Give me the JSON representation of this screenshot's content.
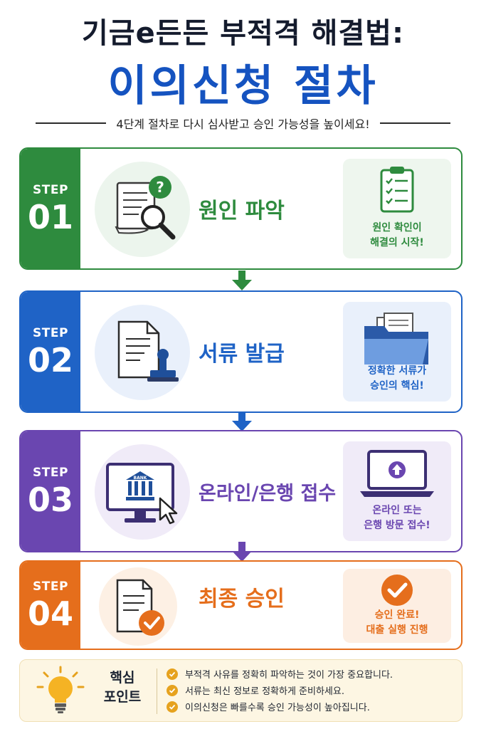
{
  "header": {
    "title_line1": "기금e든든 부적격 해결법:",
    "title_line2": "이의신청 절차",
    "subtitle": "4단계 절차로 다시 심사받고 승인 가능성을 높이세요!"
  },
  "steps": [
    {
      "badge_label": "STEP",
      "badge_number": "01",
      "title": "원인 파악",
      "note_line1": "원인 확인이",
      "note_line2": "해결의 시작!",
      "color": "#2e8b3e",
      "icon": "document-search-icon",
      "side_icon": "clipboard-checklist-icon"
    },
    {
      "badge_label": "STEP",
      "badge_number": "02",
      "title": "서류 발급",
      "note_line1": "정확한 서류가",
      "note_line2": "승인의 핵심!",
      "color": "#1f63c6",
      "icon": "document-stamp-icon",
      "side_icon": "folder-icon"
    },
    {
      "badge_label": "STEP",
      "badge_number": "03",
      "title": "온라인/은행 접수",
      "note_line1": "온라인 또는",
      "note_line2": "은행 방문 접수!",
      "color": "#6a46b0",
      "icon": "bank-monitor-icon",
      "side_icon": "laptop-upload-icon",
      "monitor_text": "BANK"
    },
    {
      "badge_label": "STEP",
      "badge_number": "04",
      "title": "최종 승인",
      "note_line1": "승인 완료!",
      "note_line2": "대출 실행 진행",
      "color": "#e56e1c",
      "icon": "document-check-icon",
      "side_icon": "check-circle-icon"
    }
  ],
  "tips": {
    "label_line1": "핵심",
    "label_line2": "포인트",
    "icon": "lightbulb-icon",
    "items": [
      "부적격 사유를 정확히 파악하는 것이 가장 중요합니다.",
      "서류는 최신 정보로 정확하게 준비하세요.",
      "이의신청은 빠를수록 승인 가능성이 높아집니다."
    ]
  }
}
